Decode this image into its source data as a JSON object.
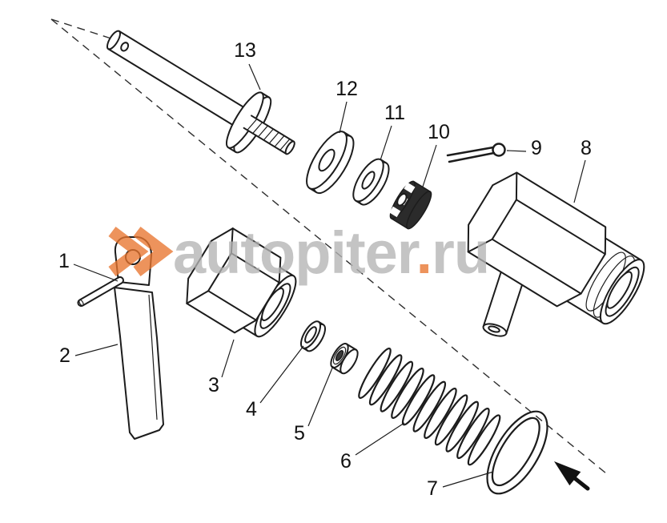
{
  "diagram": {
    "background": "#ffffff",
    "line_color": "#1c1c1c",
    "parts": [
      {
        "label": "1"
      },
      {
        "label": "2"
      },
      {
        "label": "3"
      },
      {
        "label": "4"
      },
      {
        "label": "5"
      },
      {
        "label": "6"
      },
      {
        "label": "7"
      },
      {
        "label": "8"
      },
      {
        "label": "9"
      },
      {
        "label": "10"
      },
      {
        "label": "11"
      },
      {
        "label": "12"
      },
      {
        "label": "13"
      }
    ]
  },
  "watermark": {
    "site_name": "autopiter",
    "separator": ".",
    "domain_zone": "ru",
    "accent_color": "#e8752f",
    "text_color": "#b4b4b4"
  }
}
